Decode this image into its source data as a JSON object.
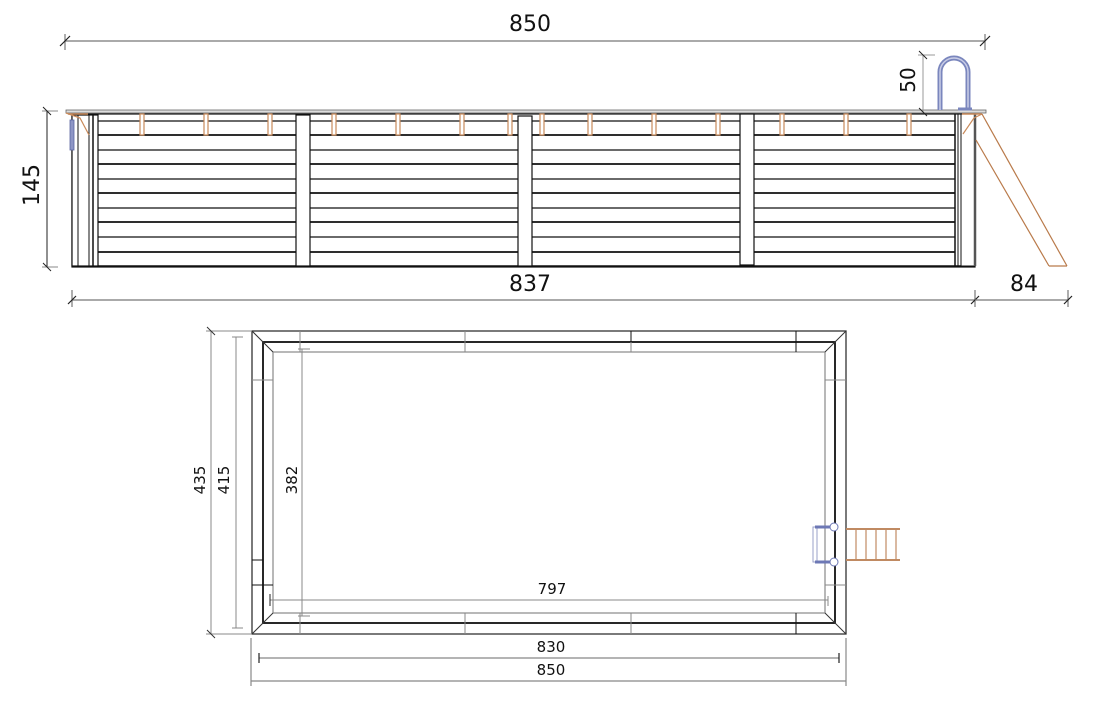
{
  "elevation": {
    "dimensions": {
      "overall_width": "850",
      "height": "145",
      "handrail_height": "50",
      "wall_length": "837",
      "ladder_projection": "84"
    },
    "colors": {
      "line": "#111111",
      "dim_line": "#888888",
      "wood": "#c98a5a",
      "handrail": "#7a86bd"
    }
  },
  "plan": {
    "dimensions": {
      "outer_height": "435",
      "middle_height": "415",
      "inner_height": "382",
      "inner_length": "797",
      "middle_length": "830",
      "outer_length": "850"
    }
  }
}
